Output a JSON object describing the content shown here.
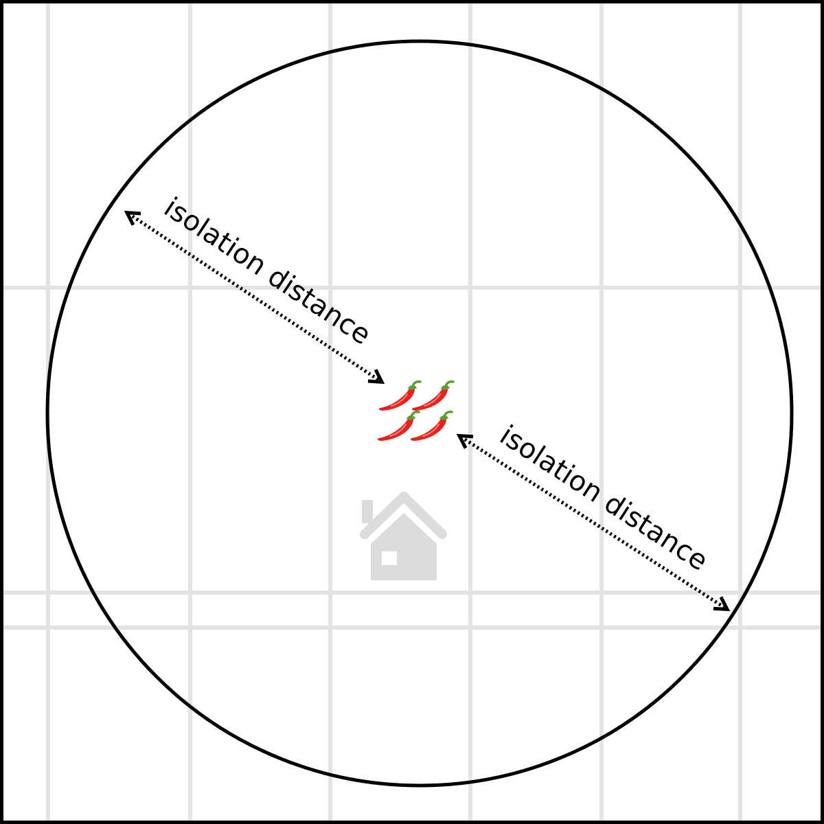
{
  "colors": {
    "grid": "#e3e3e6",
    "border": "#000000",
    "circle": "#000000",
    "arrow": "#000000",
    "house": "#dcdcdc",
    "pepper_body": "#e8231f",
    "pepper_stem": "#5aa02c"
  },
  "labels": {
    "upper_left": "isolation distance",
    "lower_right": "isolation distance"
  },
  "icons": {
    "peppers": "chili-pepper-icon",
    "house": "house-icon"
  },
  "pepper_count": 4
}
